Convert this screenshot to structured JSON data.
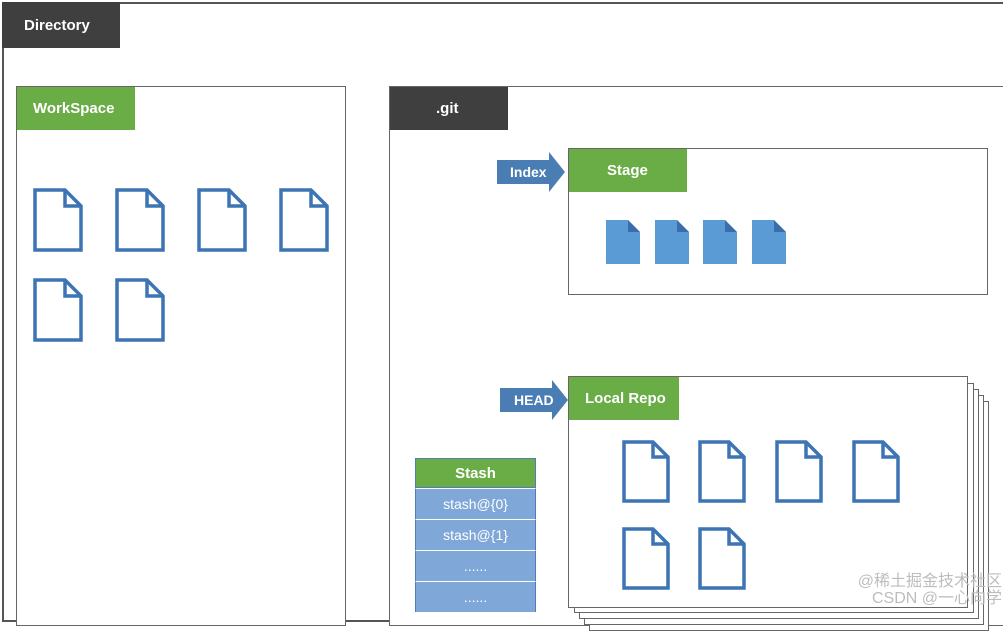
{
  "directory": {
    "label": "Directory"
  },
  "workspace": {
    "label": "WorkSpace"
  },
  "git": {
    "label": ".git"
  },
  "stage": {
    "label": "Stage",
    "pointer": "Index"
  },
  "local_repo": {
    "label": "Local Repo",
    "pointer": "HEAD"
  },
  "stash": {
    "header": "Stash",
    "items": [
      "stash@{0}",
      "stash@{1}",
      "......",
      "......"
    ]
  },
  "watermark": {
    "line1": "@稀土掘金技术社区",
    "line2": "CSDN @一心向学"
  },
  "colors": {
    "dark_tab": "#3f3f3f",
    "green_tab": "#6aac46",
    "arrow_blue": "#4a7db4",
    "file_outline": "#3c74b4",
    "file_fill": "#5b9bd5",
    "stash_cell": "#7fa7d8"
  },
  "icons": {
    "workspace_files": "file-outline-icon",
    "stage_files": "file-filled-icon",
    "repo_files": "file-outline-icon"
  }
}
